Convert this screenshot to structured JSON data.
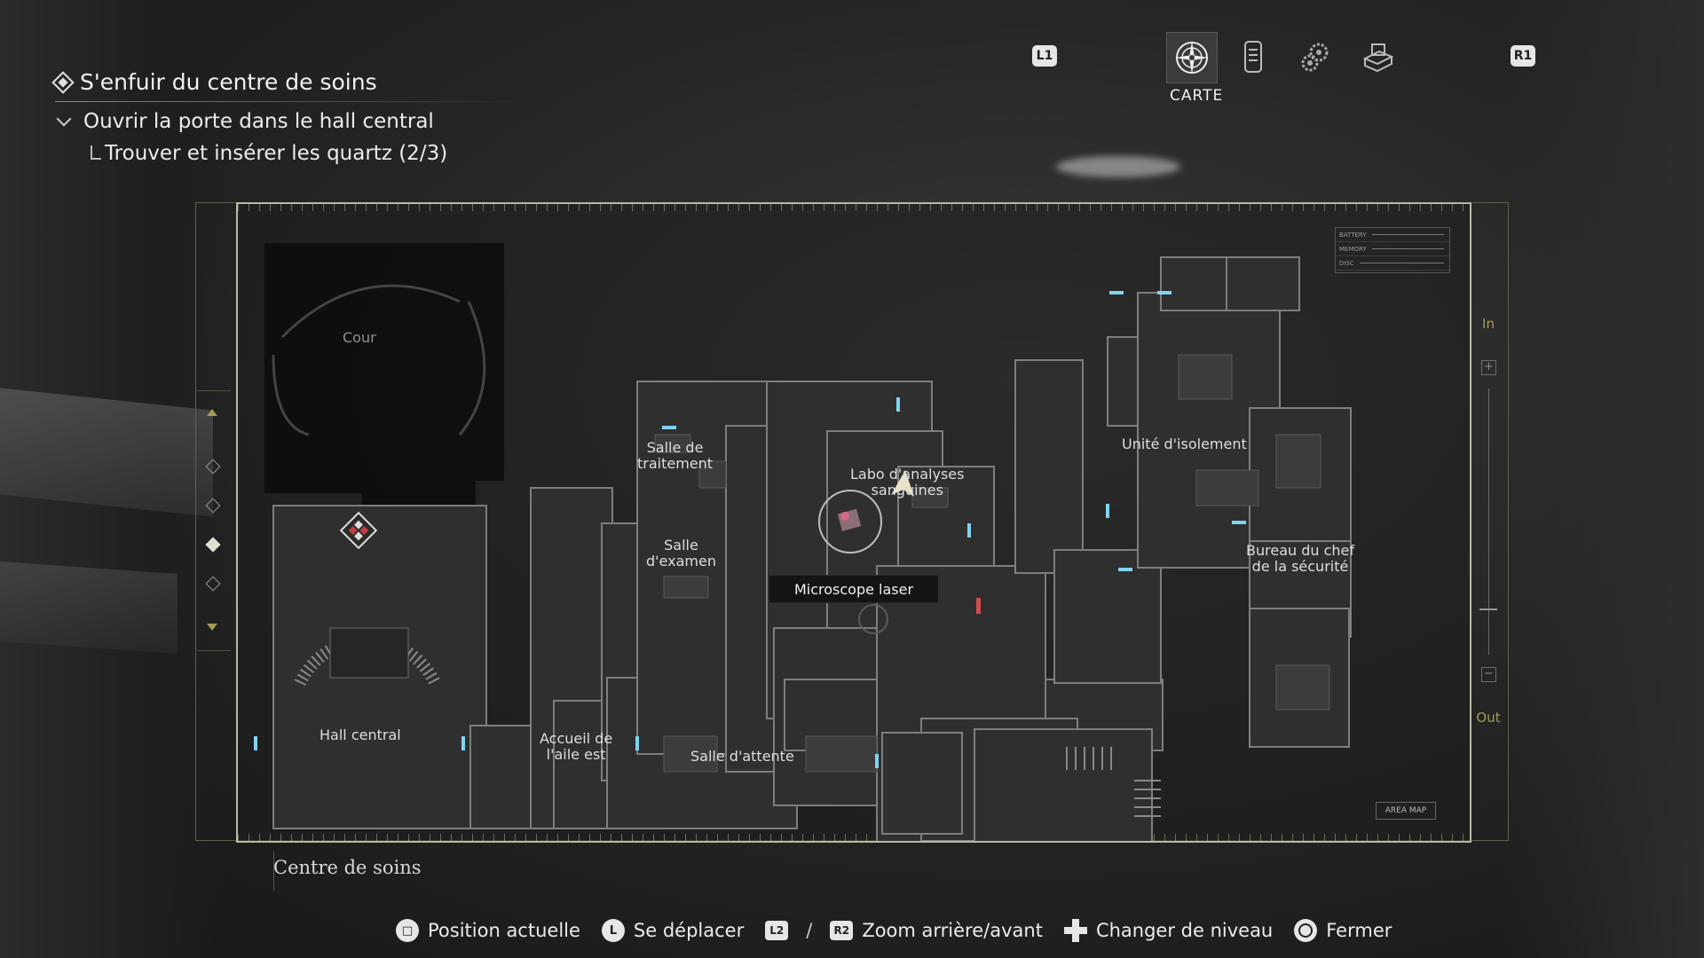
{
  "objective": {
    "title": "S'enfuir du centre de soins",
    "step": "Ouvrir la porte dans le hall central",
    "substep": "Trouver et insérer les quartz (2/3)"
  },
  "header": {
    "left_button": "L1",
    "right_button": "R1",
    "tabs": [
      {
        "icon": "compass-icon",
        "label": "CARTE",
        "active": true
      },
      {
        "icon": "files-icon",
        "active": false
      },
      {
        "icon": "gears-icon",
        "active": false
      },
      {
        "icon": "inventory-box-icon",
        "active": false
      }
    ]
  },
  "map": {
    "area_name": "Centre de soins",
    "status": [
      "BATTERY",
      "MEMORY",
      "DISC"
    ],
    "area_map_button": "AREA MAP",
    "zoom_in": "In",
    "zoom_out": "Out",
    "selected_floor": 3,
    "rooms": {
      "cour": "Cour",
      "salle_traitement": "Salle de\ntraitement",
      "salle_examen": "Salle\nd'examen",
      "labo": "Labo d'analyses\nsanguines",
      "unite_isolement": "Unité d'isolement",
      "bureau_chef": "Bureau du chef\nde la sécurité",
      "hall_central": "Hall central",
      "accueil": "Accueil de\nl'aile est",
      "salle_attente": "Salle d'attente"
    },
    "tooltip": "Microscope laser"
  },
  "controls": {
    "current_position": "Position actuelle",
    "move": "Se déplacer",
    "zoom_btn_a": "L2",
    "zoom_btn_b": "R2",
    "zoom": "Zoom arrière/avant",
    "change_level": "Changer de niveau",
    "close": "Fermer",
    "separator": "/"
  }
}
